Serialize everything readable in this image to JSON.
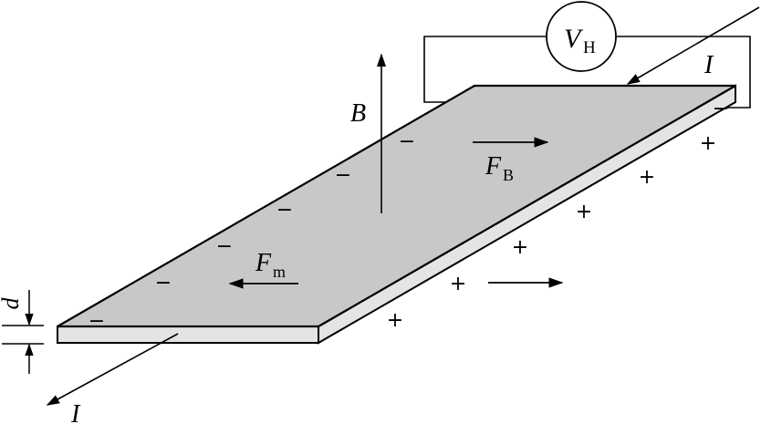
{
  "labels": {
    "voltmeter": {
      "main": "V",
      "sub": "H"
    },
    "current_top": "I",
    "current_bottom": "I",
    "magnetic_field": "B",
    "force_b": {
      "main": "F",
      "sub": "B"
    },
    "force_m": {
      "main": "F",
      "sub": "m"
    },
    "thickness": "d",
    "minus_sign": "−",
    "plus_sign": "+"
  },
  "colors": {
    "plate_top": "#c8c8c8",
    "plate_side": "#e4e4e4",
    "stroke": "#000000"
  },
  "charges": {
    "negative_count": 7,
    "positive_count": 6
  }
}
